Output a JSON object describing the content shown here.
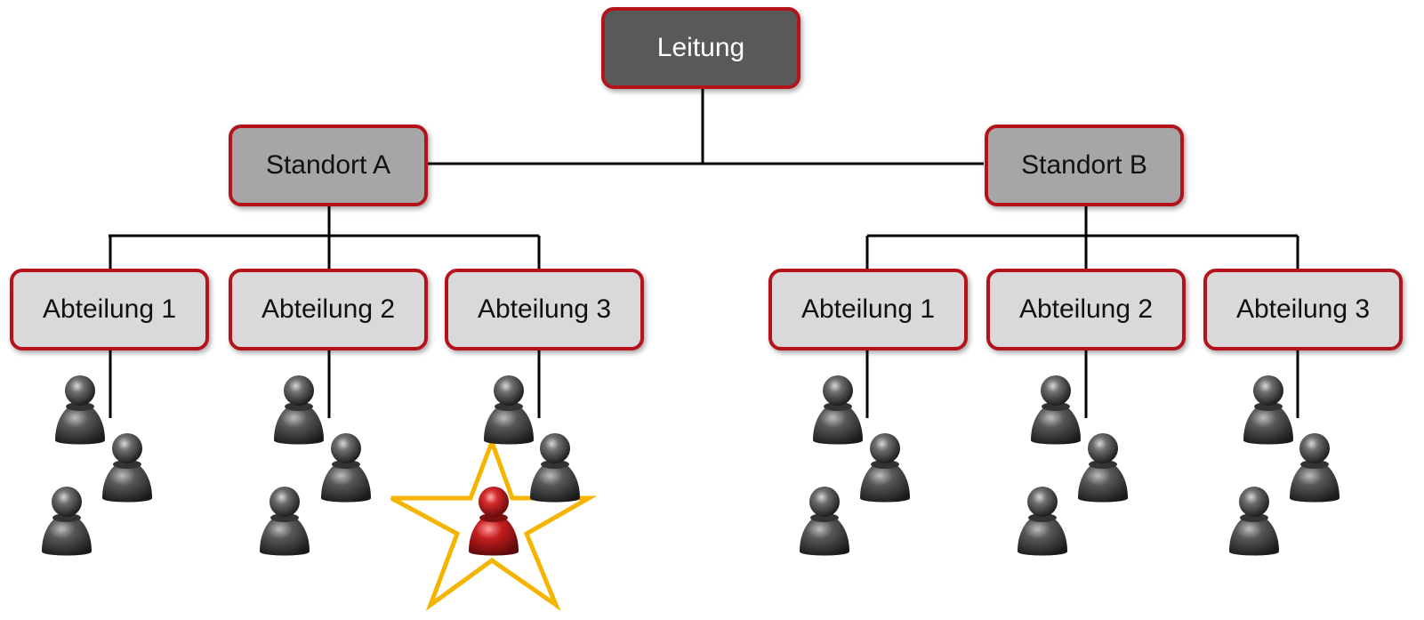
{
  "org": {
    "top": {
      "label": "Leitung"
    },
    "sites": [
      {
        "label": "Standort A",
        "departments": [
          {
            "label": "Abteilung 1"
          },
          {
            "label": "Abteilung 2"
          },
          {
            "label": "Abteilung 3"
          }
        ]
      },
      {
        "label": "Standort B",
        "departments": [
          {
            "label": "Abteilung 1"
          },
          {
            "label": "Abteilung 2"
          },
          {
            "label": "Abteilung 3"
          }
        ]
      }
    ]
  },
  "colors": {
    "box_border": "#b3141c",
    "top_fill": "#595959",
    "site_fill": "#a6a6a6",
    "dept_fill": "#d9d9d9",
    "person": "#4a4a4a",
    "highlight_person": "#c0202a",
    "star": "#f5b400",
    "line": "#000000"
  },
  "icons": {
    "person": "person-icon",
    "highlight": "star-icon"
  }
}
